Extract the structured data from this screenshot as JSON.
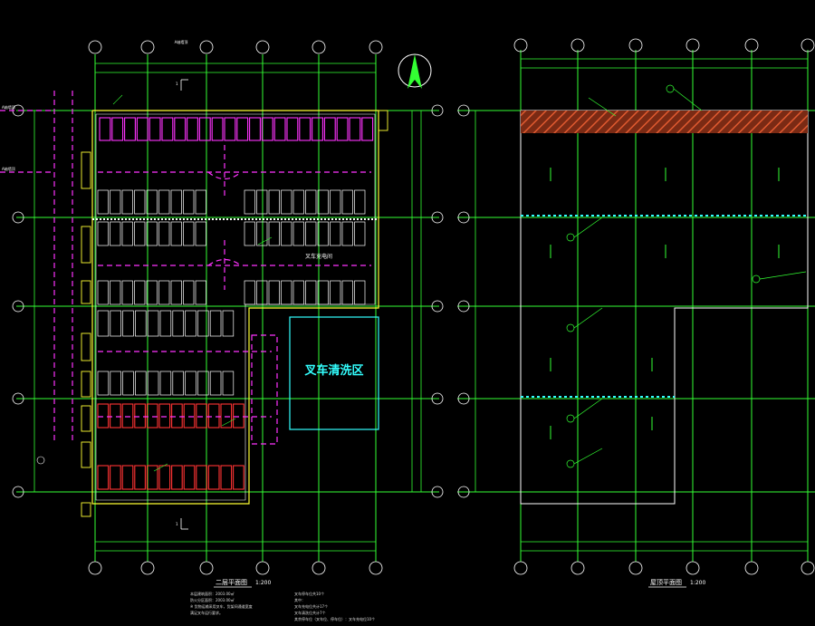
{
  "plan_left": {
    "title": "二层平面图",
    "scale": "1:200",
    "top_dim_label": "A轴墙顶",
    "left_label_top": "A轴墙顶",
    "left_label_mid": "A轴墙顶",
    "cyan_zone_label": "叉车清洗区",
    "charging_label": "叉车充电间",
    "section_mark": "1",
    "notes_left": [
      "本层建筑面积：2003.00㎡",
      "防火分区面积：2003.00㎡",
      "※ 货物运输采用叉车，货架间通道宽度",
      "   满足叉车运行要求。"
    ],
    "notes_right": [
      "叉车停车位共10个",
      "其中：",
      "叉车充电位共计17个",
      "叉车清洗位共计7个",
      "其余停车位（叉车位、停车位）：叉车充电位10个"
    ]
  },
  "plan_right": {
    "title": "屋顶平面图",
    "scale": "1:200"
  },
  "colors": {
    "grid": "#33ff33",
    "wall": "#ffffff",
    "magenta": "#ff33ff",
    "yellow": "#ffff33",
    "red": "#ff3333",
    "cyan": "#33ffff",
    "hatch": "#cc4422"
  }
}
